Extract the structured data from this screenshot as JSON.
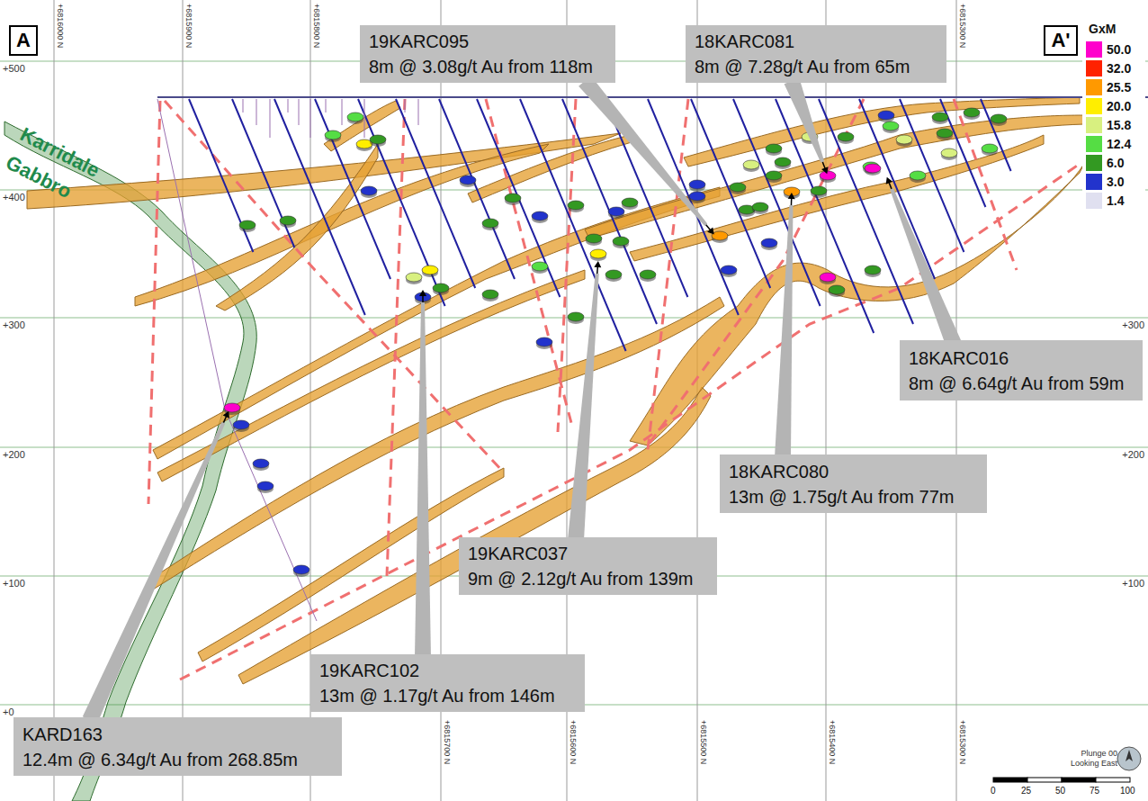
{
  "diagram": {
    "nodes": [
      {
        "text": [
          "A"
        ]
      },
      {
        "text": [
          "A'"
        ]
      },
      {
        "text": [
          "19KARC095",
          "8m @ 3.08g/t Au from 118m"
        ]
      },
      {
        "text": [
          "18KARC081",
          "8m @ 7.28g/t Au from 65m"
        ]
      },
      {
        "text": [
          "18KARC016",
          "8m @ 6.64g/t Au from 59m"
        ]
      },
      {
        "text": [
          "18KARC080",
          "13m @ 1.75g/t Au from 77m"
        ]
      },
      {
        "text": [
          "19KARC037",
          "9m @ 2.12g/t Au from 139m"
        ]
      },
      {
        "text": [
          "19KARC102",
          "13m @ 1.17g/t Au from 146m"
        ]
      },
      {
        "text": [
          "KARD163",
          "12.4m @ 6.34g/t Au from 268.85m"
        ]
      }
    ],
    "labels": [
      "Karridale Gabbro",
      "GxM",
      "+500",
      "+400",
      "+300",
      "+200",
      "+100",
      "+0",
      "+300",
      "+200",
      "+100",
      "+6816000 N",
      "+6815900 N",
      "+6815800 N",
      "+6815300 N",
      "+6815700 N",
      "+6815600 N",
      "+6815500 N",
      "+6815400 N",
      "+6815300 N",
      "Plunge 00",
      "Looking East",
      "0",
      "25",
      "50",
      "75",
      "100"
    ],
    "legend": [
      {
        "text": "50.0",
        "color": "#ff00cc"
      },
      {
        "text": "32.0",
        "color": "#ff2200"
      },
      {
        "text": "25.5",
        "color": "#ff9900"
      },
      {
        "text": "20.0",
        "color": "#ffee00"
      },
      {
        "text": "15.8",
        "color": "#d8f080"
      },
      {
        "text": "12.4",
        "color": "#55dd44"
      },
      {
        "text": "6.0",
        "color": "#339922"
      },
      {
        "text": "3.0",
        "color": "#2233cc"
      },
      {
        "text": "1.4",
        "color": "#e0e0f0"
      }
    ]
  }
}
